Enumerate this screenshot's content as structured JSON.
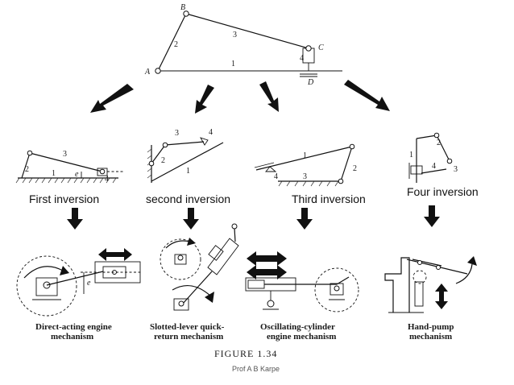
{
  "top_chain": {
    "joints": {
      "A": "A",
      "B": "B",
      "C": "C",
      "D": "D"
    },
    "links": {
      "l1": "1",
      "l2": "2",
      "l3": "3",
      "l4": "4"
    }
  },
  "inversions": [
    {
      "title": "First inversion",
      "links": [
        "1",
        "2",
        "3",
        "4"
      ],
      "offset": "e"
    },
    {
      "title": "second inversion",
      "links": [
        "1",
        "2",
        "3",
        "4"
      ]
    },
    {
      "title": "Third inversion",
      "links": [
        "1",
        "2",
        "3",
        "4"
      ]
    },
    {
      "title": "Four inversion",
      "links": [
        "1",
        "2",
        "3",
        "4"
      ]
    }
  ],
  "mechanisms": [
    {
      "line1": "Direct-acting engine",
      "line2": "mechanism",
      "offset": "e"
    },
    {
      "line1": "Slotted-lever quick-",
      "line2": "return mechanism"
    },
    {
      "line1": "Oscillating-cylinder",
      "line2": "engine mechanism"
    },
    {
      "line1": "Hand-pump",
      "line2": "mechanism"
    }
  ],
  "figure_caption": "FIGURE 1.34",
  "credit": "Prof A B Karpe"
}
